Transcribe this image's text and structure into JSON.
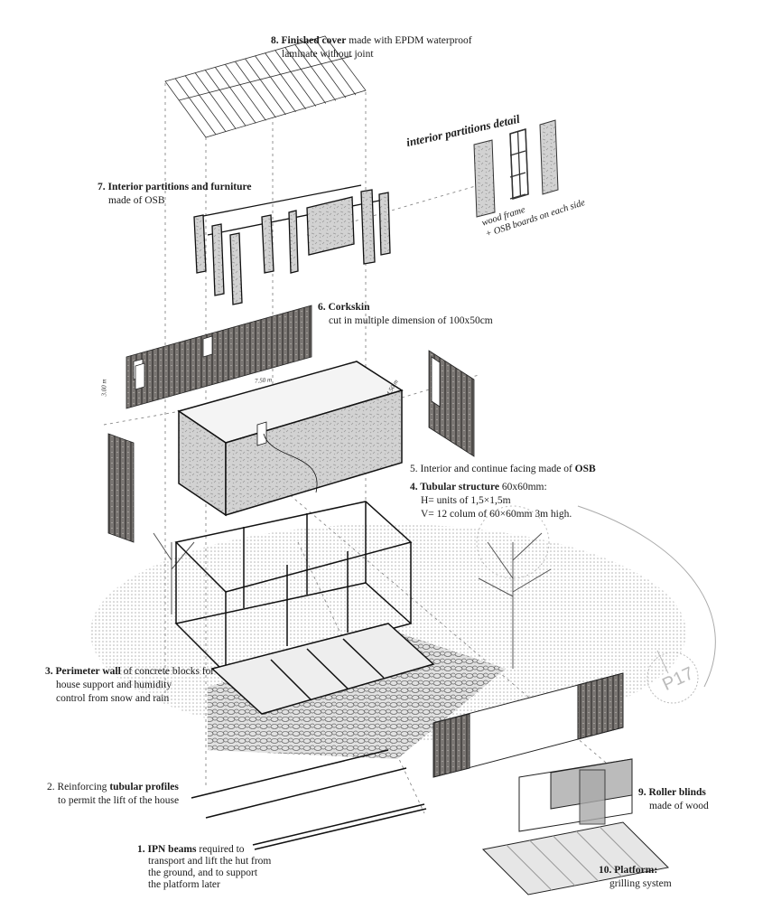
{
  "labels": {
    "l8": {
      "num_bold": "8. Finished cover",
      "rest": " made with EPDM waterproof",
      "line2": "laminate without joint"
    },
    "detail": {
      "title": "interior partitions detail",
      "line1": "wood frame",
      "line2": "+ OSB boards on each side"
    },
    "l7": {
      "num_bold": "7. Interior partitions and furniture",
      "line2": "made of OSB"
    },
    "l6": {
      "num_bold": "6. Corkskin",
      "line2": "cut in multiple dimension of 100x50cm"
    },
    "l5": {
      "num": "5.",
      "rest": " Interior and continue facing made of ",
      "bold": "OSB"
    },
    "l4": {
      "num_bold": "4. Tubular structure",
      "rest": " 60x60mm:",
      "line2": "H= units of 1,5×1,5m",
      "line3": "V= 12 colum of 60×60mm 3m high."
    },
    "l3": {
      "num_bold": "3. Perimeter wall",
      "rest": " of concrete blocks for",
      "line2": "house support and humidity",
      "line3": "control from snow and rain"
    },
    "l2": {
      "num": "2. Reinforcing ",
      "bold": "tubular profiles",
      "line2": "to permit the lift of the house"
    },
    "l1": {
      "num_bold": "1. IPN beams",
      "rest": " required to",
      "line2": "transport and lift the hut from",
      "line3": "the ground, and to support",
      "line4": "the platform later"
    },
    "l9": {
      "num_bold": "9. Roller blinds",
      "line2": "made of wood"
    },
    "l10": {
      "num_bold": "10. Platform:",
      "line2": "grilling system"
    }
  },
  "dimensions": {
    "height": "3.00 m",
    "length": "7.50 m",
    "width": "4.50 m"
  },
  "stamp": "P17",
  "colors": {
    "ink": "#1a1a1a",
    "cork": "#6e6a66",
    "osb": "#c9c9c9",
    "ground": "#d6d6d6"
  }
}
